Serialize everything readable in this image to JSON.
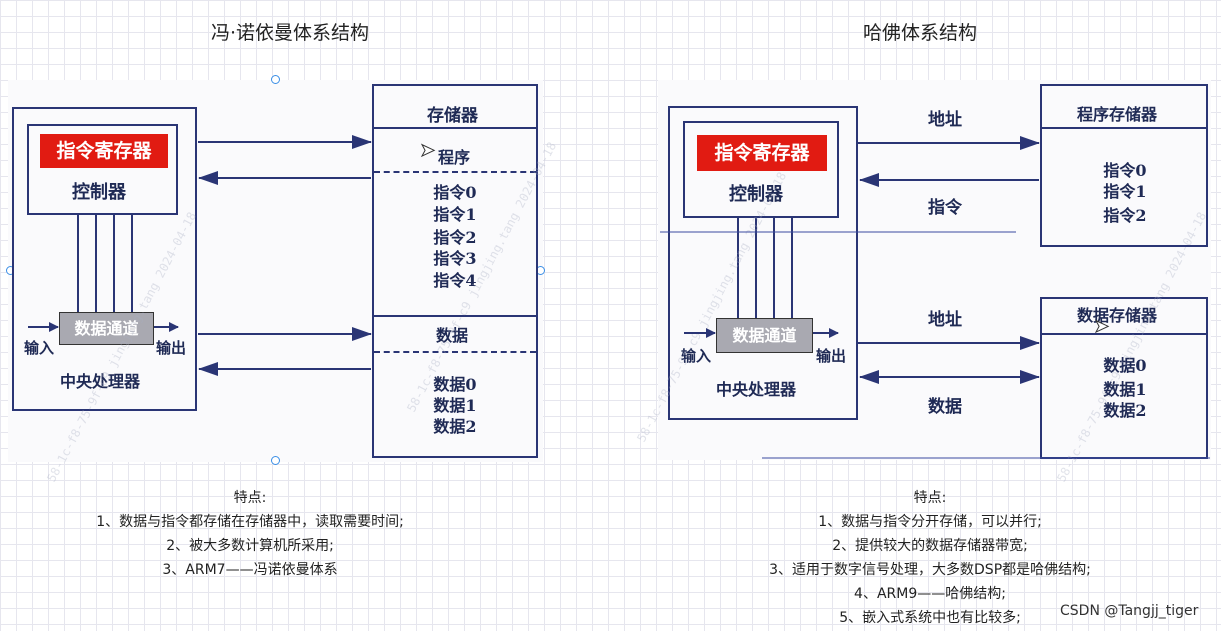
{
  "left": {
    "title": "冯·诺依曼体系结构",
    "register": "指令寄存器",
    "controller": "控制器",
    "datapath": "数据通道",
    "input": "输入",
    "output": "输出",
    "cpu": "中央处理器",
    "memory_header": "存储器",
    "program": "程序",
    "instructions": [
      "指令0",
      "指令1",
      "指令2",
      "指令3",
      "指令4"
    ],
    "data_header": "数据",
    "data_items": [
      "数据0",
      "数据1",
      "数据2"
    ],
    "notes": [
      "特点:",
      "1、数据与指令都存储在存储器中，读取需要时间;",
      "2、被大多数计算机所采用;",
      "3、ARM7——冯诺依曼体系"
    ]
  },
  "right": {
    "title": "哈佛体系结构",
    "register": "指令寄存器",
    "controller": "控制器",
    "datapath": "数据通道",
    "input": "输入",
    "output": "输出",
    "cpu": "中央处理器",
    "addr_top": "地址",
    "instr_label": "指令",
    "addr_bottom": "地址",
    "data_label": "数据",
    "program_memory": "程序存储器",
    "program_items": [
      "指令0",
      "指令1",
      "指令2"
    ],
    "data_memory": "数据存储器",
    "data_items": [
      "数据0",
      "数据1",
      "数据2"
    ],
    "notes": [
      "特点:",
      "1、数据与指令分开存储，可以并行;",
      "2、提供较大的数据存储器带宽;",
      "3、适用于数字信号处理，大多数DSP都是哈佛结构;",
      "4、ARM9——哈佛结构;",
      "5、嵌入式系统中也有比较多;"
    ]
  },
  "credit": "CSDN @Tangjj_tiger",
  "watermark": "58-1c-f8-75-9f-c9 jingjing.tang 2024-04-18",
  "colors": {
    "line": "#2a3575",
    "register_bg": "#e11b12",
    "bus_bg": "#a9a9b1"
  }
}
